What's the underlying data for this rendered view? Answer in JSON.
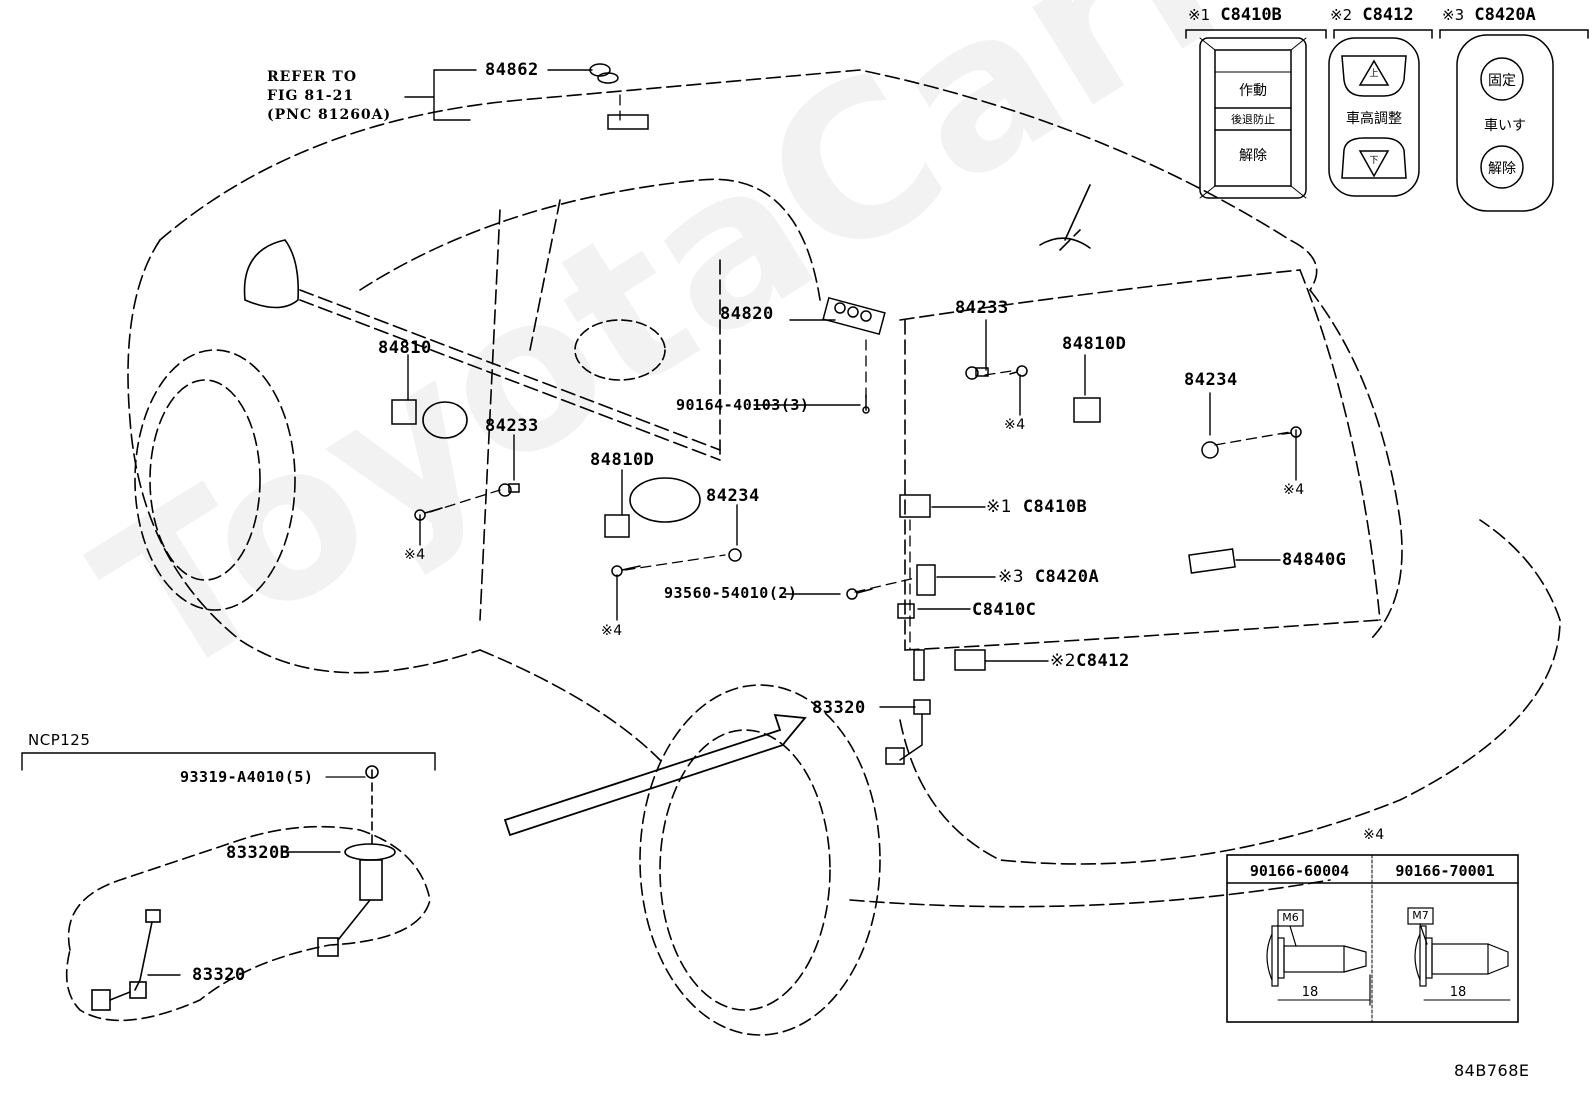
{
  "diagram": {
    "figure_code": "84B768E",
    "watermark": "ToyotaCarMine",
    "refer_note": {
      "line1": "REFER TO",
      "line2": "FIG 81-21",
      "line3": "(PNC 81260A)"
    },
    "callouts": [
      {
        "id": "84862",
        "text": "84862"
      },
      {
        "id": "84820",
        "text": "84820"
      },
      {
        "id": "90164-40103",
        "text": "90164-40103(3)"
      },
      {
        "id": "84810",
        "text": "84810"
      },
      {
        "id": "84233-left",
        "text": "84233"
      },
      {
        "id": "84810D-left",
        "text": "84810D"
      },
      {
        "id": "84234-mid",
        "text": "84234"
      },
      {
        "id": "93560-54010",
        "text": "93560-54010(2)"
      },
      {
        "id": "84233-right",
        "text": "84233"
      },
      {
        "id": "84810D-right",
        "text": "84810D"
      },
      {
        "id": "84234-right",
        "text": "84234"
      },
      {
        "id": "C8410B",
        "mark": "※1",
        "text": "C8410B"
      },
      {
        "id": "C8420A",
        "mark": "※3",
        "text": "C8420A"
      },
      {
        "id": "C8410C",
        "text": "C8410C"
      },
      {
        "id": "C8412",
        "mark": "※2",
        "text": "C8412"
      },
      {
        "id": "84840G",
        "text": "84840G"
      },
      {
        "id": "83320-main",
        "text": "83320"
      }
    ],
    "note_marks": {
      "left": "※4",
      "mid": "※4",
      "center": "※4",
      "right": "※4"
    },
    "inset_ncp125": {
      "title": "NCP125",
      "labels": {
        "bolt": "93319-A4010(5)",
        "gauge": "83320B",
        "sender": "83320"
      }
    },
    "switches": [
      {
        "mark": "※1",
        "code": "C8410B",
        "buttons": [
          "作動",
          "後退防止",
          "解除"
        ]
      },
      {
        "mark": "※2",
        "code": "C8412",
        "up_symbol": "上",
        "caption": "車高調整",
        "down_symbol": "下"
      },
      {
        "mark": "※3",
        "code": "C8420A",
        "buttons": [
          "固定",
          "解除"
        ],
        "caption": "車いす"
      }
    ],
    "bolt_table": {
      "mark": "※4",
      "columns": [
        {
          "part": "90166-60004",
          "thread": "M6",
          "length": "18"
        },
        {
          "part": "90166-70001",
          "thread": "M7",
          "length": "18"
        }
      ]
    }
  }
}
